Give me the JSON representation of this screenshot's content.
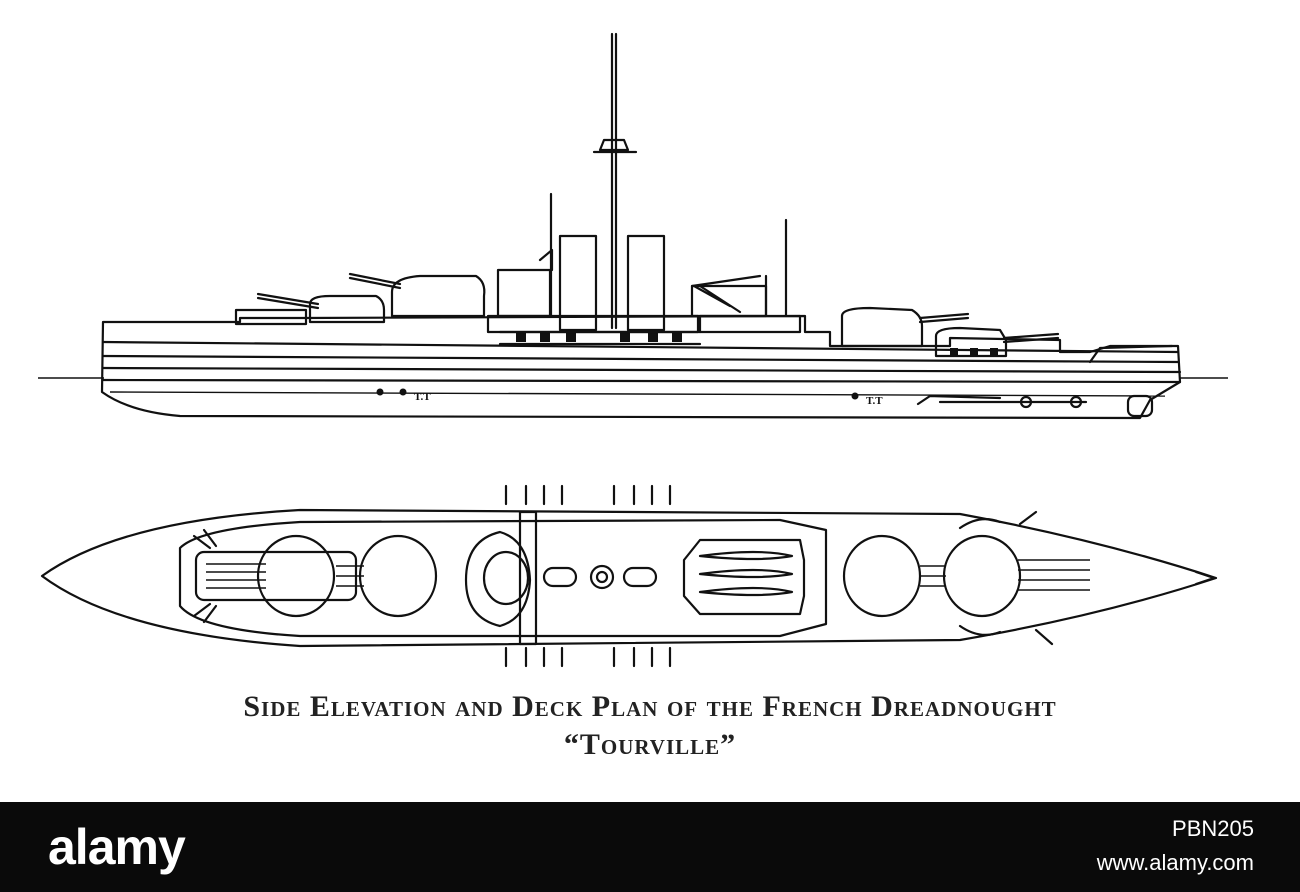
{
  "side_elevation": {
    "torpedo_label_fore": "T.T",
    "torpedo_label_aft": "T.T"
  },
  "caption": {
    "line1": "Side Elevation and Deck Plan of the French Dreadnought",
    "line2": "“Tourville”"
  },
  "footer": {
    "logo": "alamy",
    "image_id": "PBN205",
    "url": "www.alamy.com",
    "background": "#0a0a0a",
    "text_color": "#ffffff"
  }
}
